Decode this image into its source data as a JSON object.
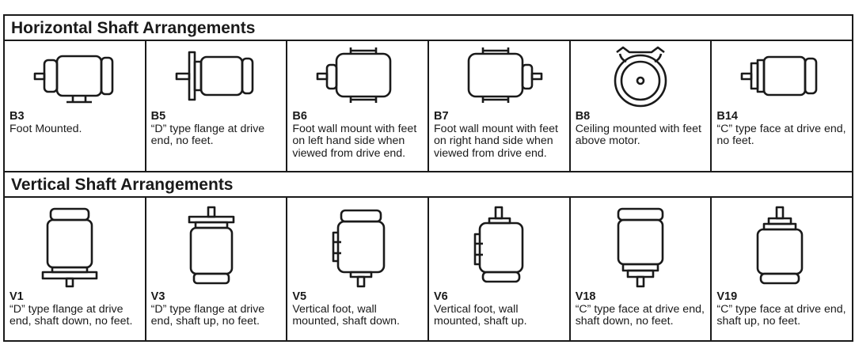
{
  "horizontal": {
    "title": "Horizontal Shaft Arrangements",
    "items": [
      {
        "code": "B3",
        "desc": "Foot Mounted.",
        "icon": "foot-mounted-motor-icon"
      },
      {
        "code": "B5",
        "desc": "“D” type  flange at drive end, no feet.",
        "icon": "flange-motor-icon"
      },
      {
        "code": "B6",
        "desc": "Foot wall mount with feet on left hand side when viewed from drive end.",
        "icon": "wall-mount-left-motor-icon"
      },
      {
        "code": "B7",
        "desc": "Foot wall mount with feet on right hand side when viewed from drive end.",
        "icon": "wall-mount-right-motor-icon"
      },
      {
        "code": "B8",
        "desc": "Ceiling mounted with feet above motor.",
        "icon": "ceiling-mount-motor-icon"
      },
      {
        "code": "B14",
        "desc": "“C” type face at drive end, no feet.",
        "icon": "face-mount-motor-icon"
      }
    ]
  },
  "vertical": {
    "title": "Vertical Shaft Arrangements",
    "items": [
      {
        "code": "V1",
        "desc": "“D” type flange at drive end, shaft down, no feet.",
        "icon": "vertical-flange-shaft-down-icon"
      },
      {
        "code": "V3",
        "desc": "“D” type flange at drive end, shaft up, no feet.",
        "icon": "vertical-flange-shaft-up-icon"
      },
      {
        "code": "V5",
        "desc": "Vertical foot, wall mounted, shaft down.",
        "icon": "vertical-foot-shaft-down-icon"
      },
      {
        "code": "V6",
        "desc": "Vertical foot, wall mounted, shaft up.",
        "icon": "vertical-foot-shaft-up-icon"
      },
      {
        "code": "V18",
        "desc": "“C” type face at drive end, shaft down, no feet.",
        "icon": "vertical-face-shaft-down-icon"
      },
      {
        "code": "V19",
        "desc": "“C” type face at drive end, shaft up, no feet.",
        "icon": "vertical-face-shaft-up-icon"
      }
    ]
  }
}
